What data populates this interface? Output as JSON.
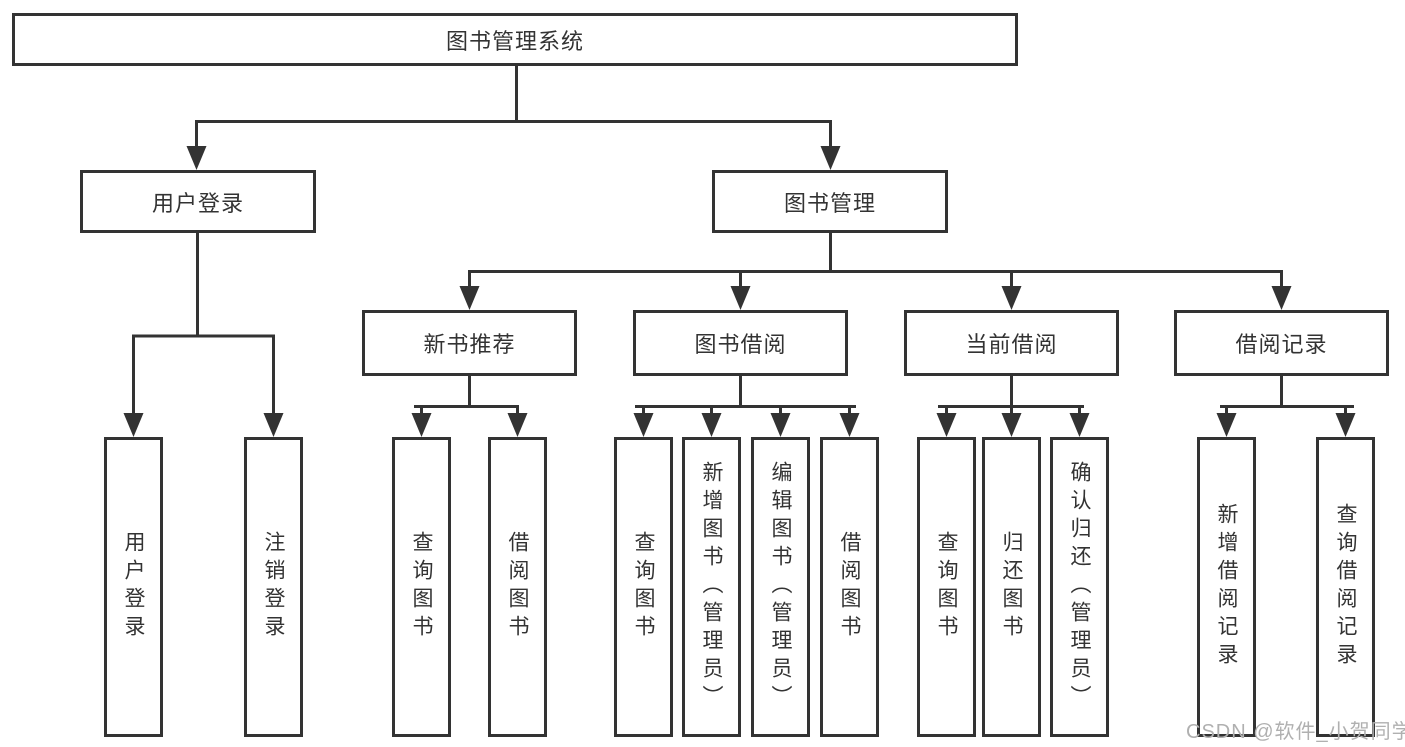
{
  "diagram": {
    "title": "图书管理系统",
    "branches": [
      {
        "label": "用户登录",
        "leaves": [
          "用户登录",
          "注销登录"
        ]
      },
      {
        "label": "图书管理",
        "children": [
          {
            "label": "新书推荐",
            "leaves": [
              "查询图书",
              "借阅图书"
            ]
          },
          {
            "label": "图书借阅",
            "leaves": [
              "查询图书",
              "新增图书（管理员）",
              "编辑图书（管理员）",
              "借阅图书"
            ]
          },
          {
            "label": "当前借阅",
            "leaves": [
              "查询图书",
              "归还图书",
              "确认归还（管理员）"
            ]
          },
          {
            "label": "借阅记录",
            "leaves": [
              "新增借阅记录",
              "查询借阅记录"
            ]
          }
        ]
      }
    ]
  },
  "watermark": {
    "text": "CSDN @软件_小贺同学"
  },
  "colors": {
    "line": "#333333",
    "box_border": "#333333",
    "text": "#333333",
    "watermark": "#b0b0b0",
    "background": "#ffffff"
  }
}
